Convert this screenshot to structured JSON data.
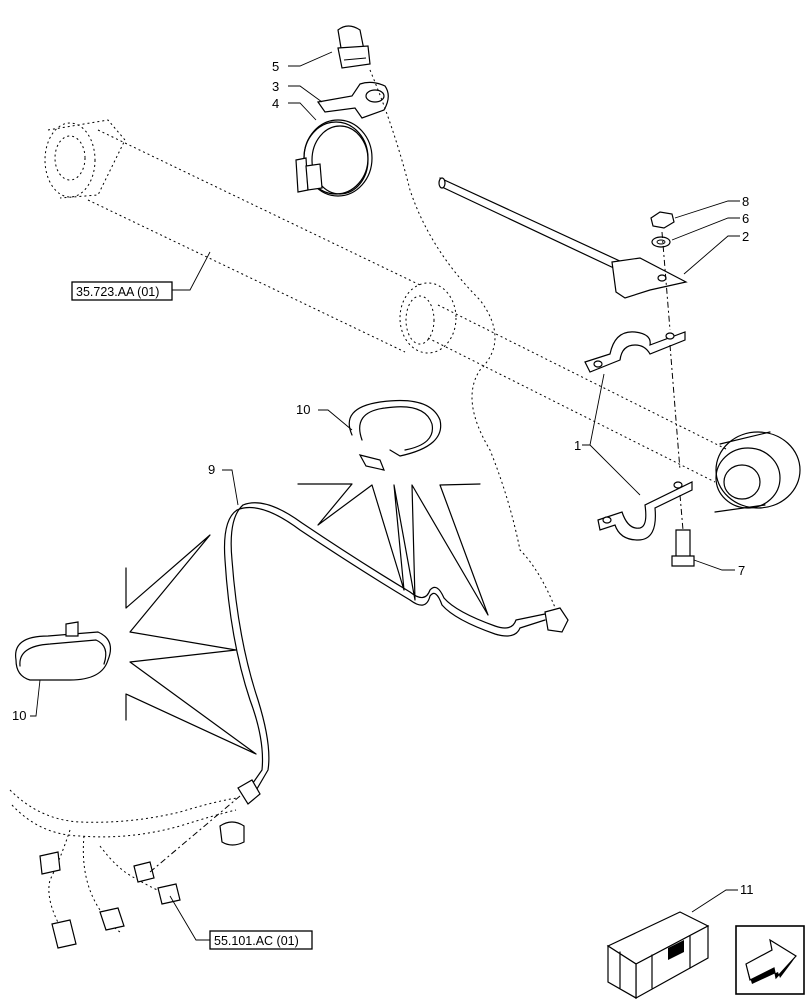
{
  "callouts": {
    "c1": "1",
    "c2": "2",
    "c3": "3",
    "c4": "4",
    "c5": "5",
    "c6": "6",
    "c7": "7",
    "c8": "8",
    "c9": "9",
    "c10a": "10",
    "c10b": "10",
    "c11": "11"
  },
  "references": {
    "cylinder_ref": "35.723.AA (01)",
    "harness_ref": "55.101.AC (01)"
  },
  "icons": {
    "nav": "next-page-arrow-icon",
    "kit": "crate-icon"
  }
}
